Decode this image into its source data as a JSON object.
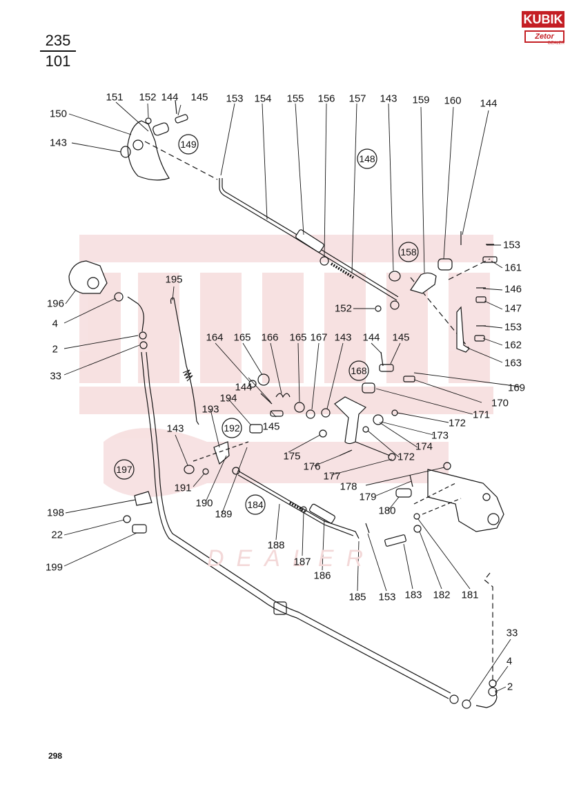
{
  "figure": {
    "top": "235",
    "bottom": "101"
  },
  "page_number": "298",
  "logo": {
    "brand": "KUBIK",
    "sub": "Zetor",
    "dealer": "DEALER"
  },
  "watermark": {
    "text": "DEALER"
  },
  "labels": {
    "l150": "150",
    "l151": "151",
    "l152a": "152",
    "l144a": "144",
    "l145a": "145",
    "l143a": "143",
    "l153a": "153",
    "l154": "154",
    "l155": "155",
    "l156": "156",
    "l157": "157",
    "l143b": "143",
    "l159": "159",
    "l160": "160",
    "l144b": "144",
    "l153b": "153",
    "l161": "161",
    "l146": "146",
    "l147": "147",
    "l153c": "153",
    "l162": "162",
    "l163": "163",
    "l152b": "152",
    "l196": "196",
    "l4a": "4",
    "l2a": "2",
    "l33a": "33",
    "l195": "195",
    "l164": "164",
    "l165a": "165",
    "l166": "166",
    "l165b": "165",
    "l167": "167",
    "l143c": "143",
    "l144c": "144",
    "l145b": "145",
    "l169": "169",
    "l170": "170",
    "l171": "171",
    "l172a": "172",
    "l173": "173",
    "l174": "174",
    "l172b": "172",
    "l144d": "144",
    "l194": "194",
    "l193": "193",
    "l145c": "145",
    "l143d": "143",
    "l175": "175",
    "l176": "176",
    "l177": "177",
    "l178": "178",
    "l179": "179",
    "l180": "180",
    "l191": "191",
    "l190": "190",
    "l189": "189",
    "l198": "198",
    "l22": "22",
    "l199": "199",
    "l188": "188",
    "l187": "187",
    "l186": "186",
    "l185": "185",
    "l153d": "153",
    "l183": "183",
    "l182": "182",
    "l181": "181",
    "l33b": "33",
    "l4b": "4",
    "l2b": "2"
  },
  "group_markers": {
    "g149": "149",
    "g148": "148",
    "g158": "158",
    "g168": "168",
    "g192": "192",
    "g197": "197",
    "g184": "184"
  }
}
